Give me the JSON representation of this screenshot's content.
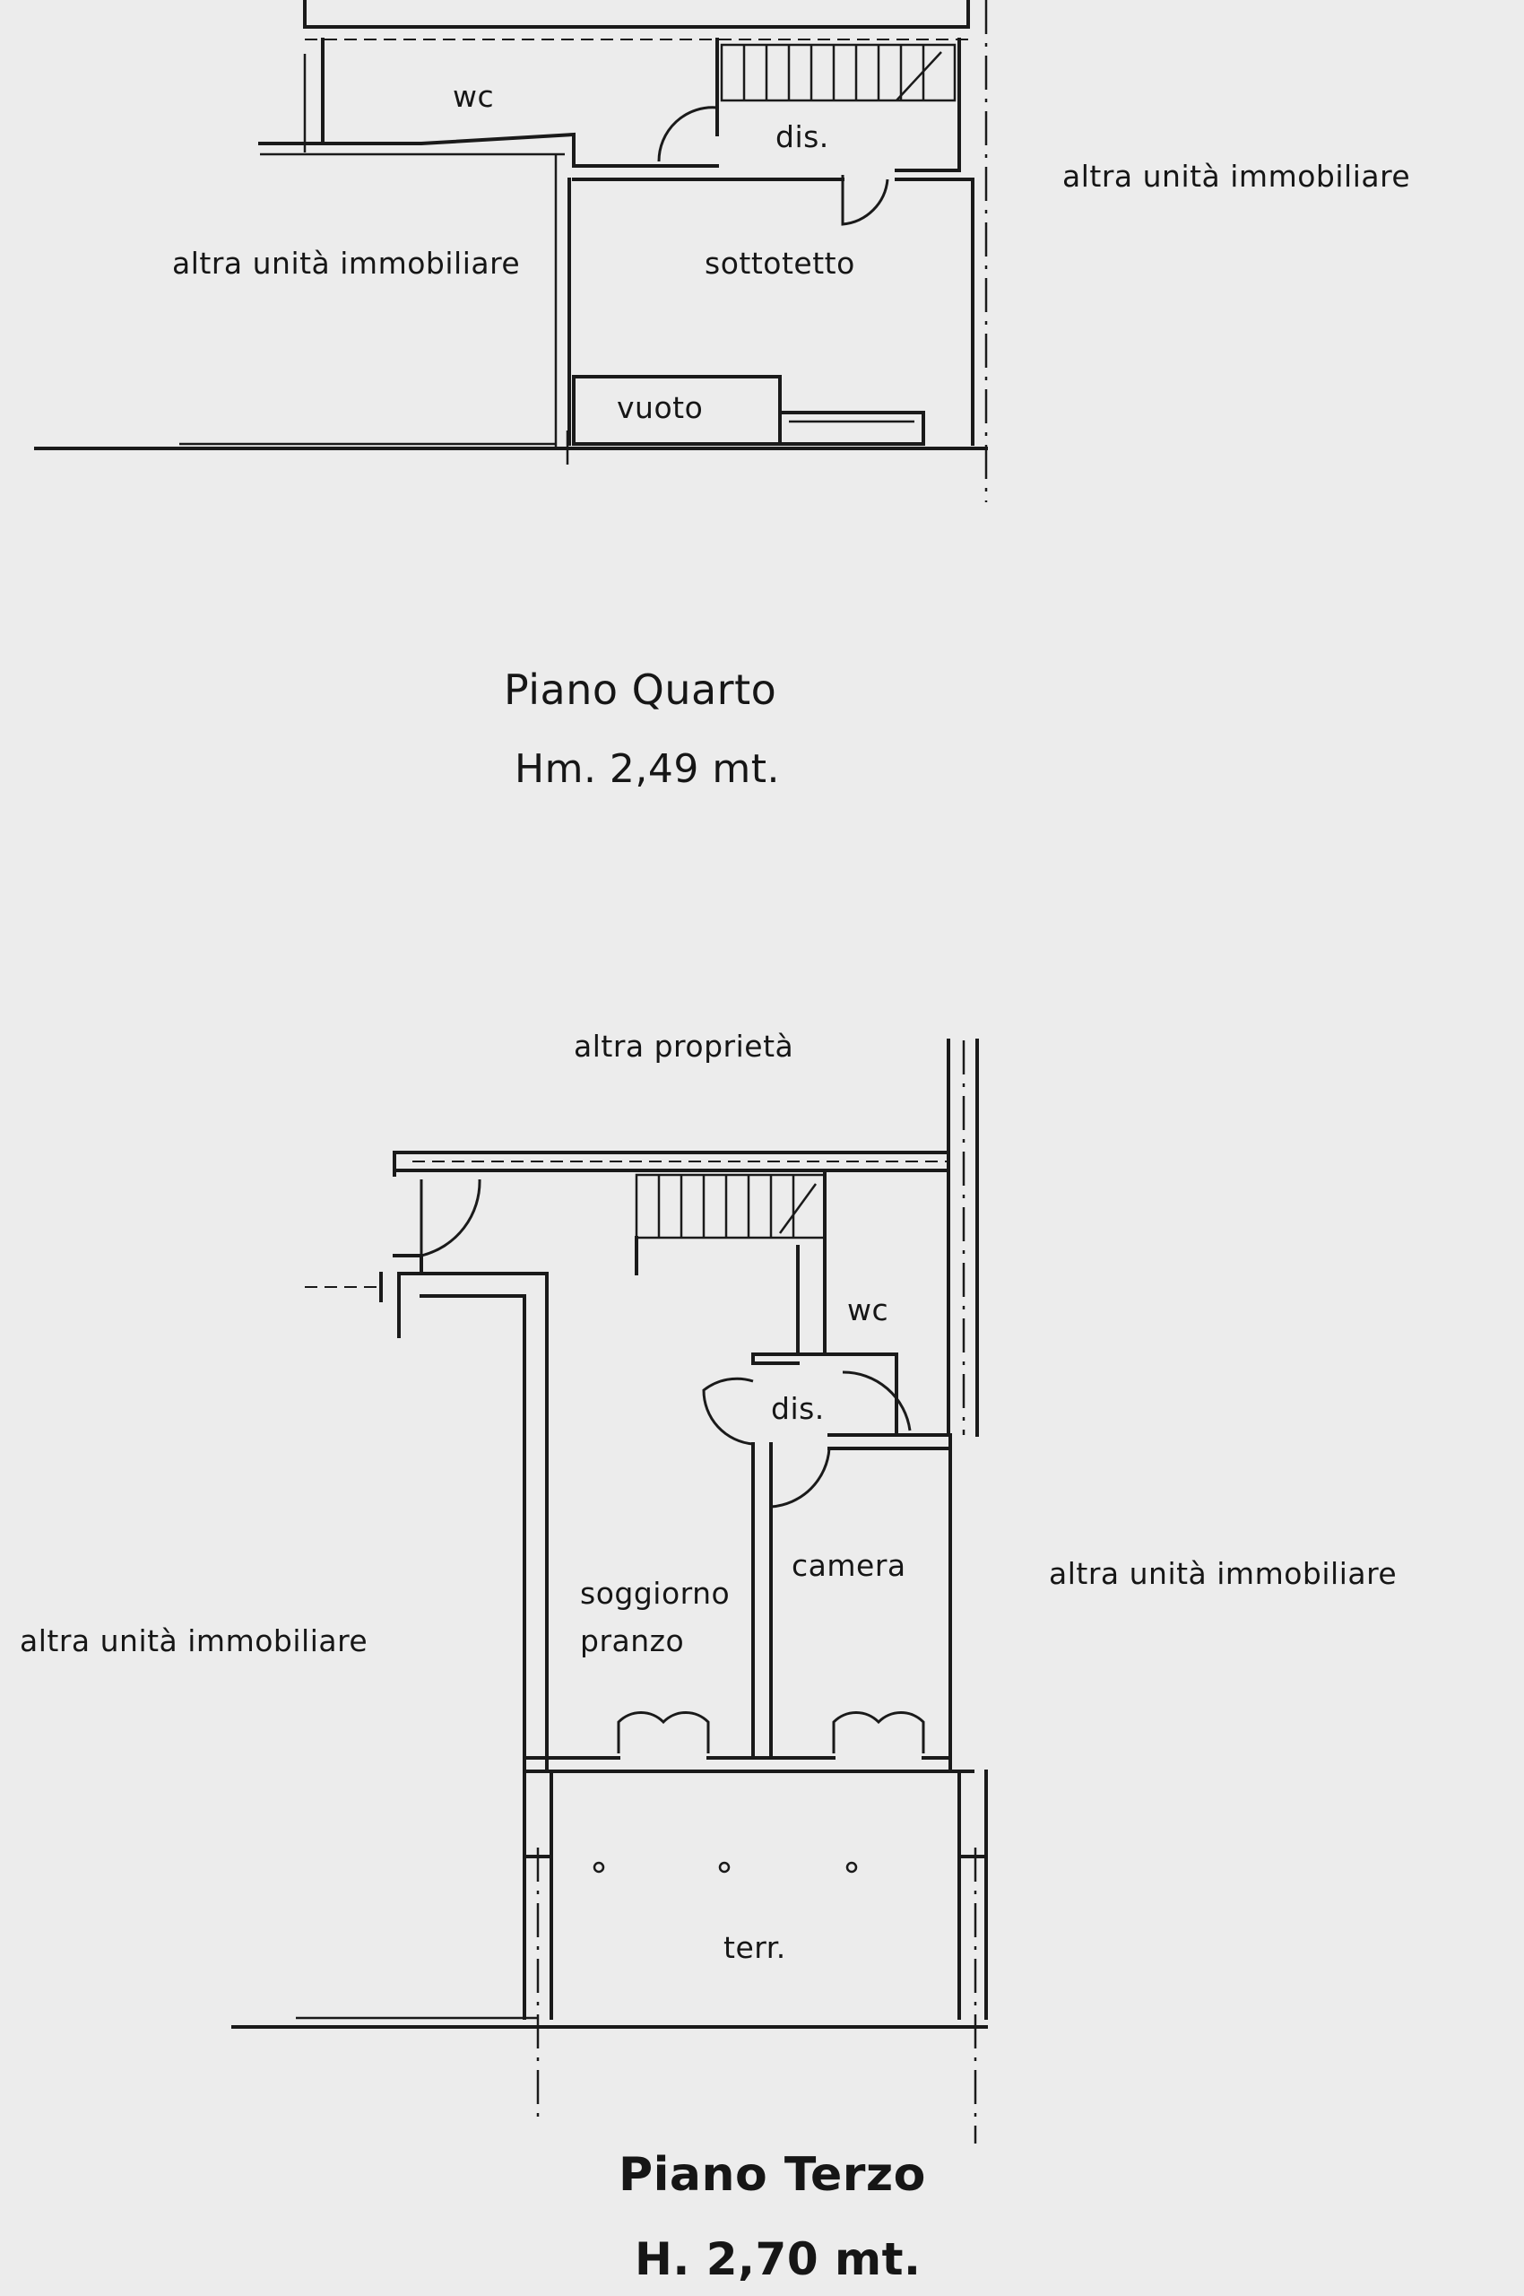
{
  "upper_floor": {
    "title": "Piano Quarto",
    "height": "Hm. 2,49 mt.",
    "rooms": {
      "wc": "wc",
      "dis": "dis.",
      "sottotetto": "sottotetto",
      "vuoto": "vuoto"
    },
    "neighbor_left": "altra unità immobiliare",
    "neighbor_right": "altra unità immobiliare"
  },
  "lower_floor": {
    "title": "Piano Terzo",
    "height": "H. 2,70 mt.",
    "rooms": {
      "wc": "wc",
      "dis": "dis.",
      "camera": "camera",
      "soggiorno_line1": "soggiorno",
      "soggiorno_line2": "pranzo",
      "terrace": "terr."
    },
    "neighbor_top": "altra proprietà",
    "neighbor_left": "altra unità immobiliare",
    "neighbor_right": "altra unità immobiliare"
  }
}
